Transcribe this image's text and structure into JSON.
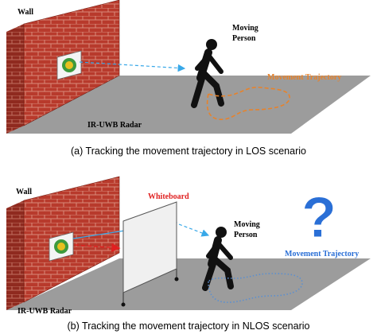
{
  "panel_a": {
    "wall_label": "Wall",
    "person_label_line1": "Moving",
    "person_label_line2": "Person",
    "trajectory_label": "Movement Trajectory",
    "radar_label": "IR-UWB Radar",
    "caption": "(a) Tracking the movement trajectory in LOS scenario"
  },
  "panel_b": {
    "wall_label": "Wall",
    "whiteboard_label": "Whiteboard",
    "person_label_line1": "Moving",
    "person_label_line2": "Person",
    "trajectory_label": "Movement Trajectory",
    "radar_label": "IR-UWB Radar",
    "question_mark": "?",
    "caption": "(b) Tracking the movement trajectory in NLOS scenario"
  },
  "colors": {
    "brick": "#b83a2c",
    "floor": "#9c9c9c",
    "los_trajectory": "#e8822a",
    "nlos_trajectory": "#5b8fd0",
    "whiteboard_label": "#e02020",
    "question_mark": "#2a6fd6",
    "beam": "#38a8e8"
  }
}
